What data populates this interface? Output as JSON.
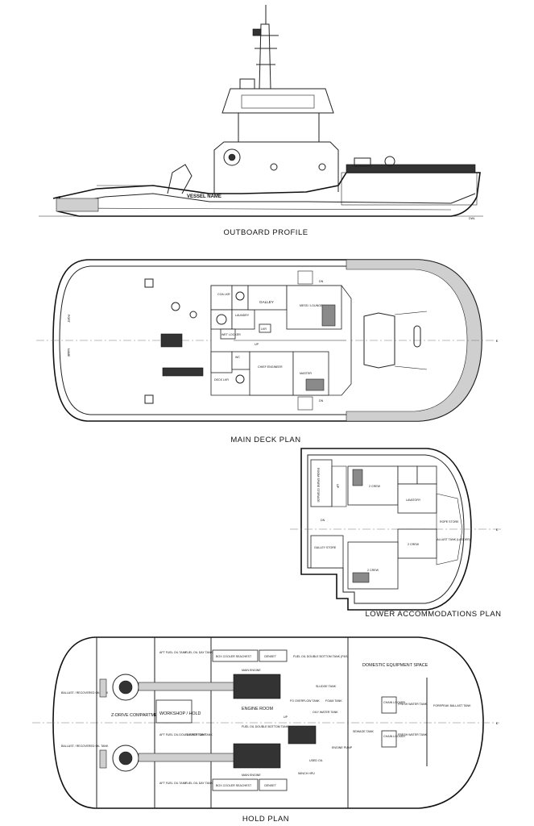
{
  "plans": {
    "outboard_title": "OUTBOARD PROFILE",
    "main_deck_title": "MAIN DECK PLAN",
    "lower_title": "LOWER ACCOMMODATIONS PLAN",
    "hold_title": "HOLD PLAN"
  },
  "outboard": {
    "hull_name": "VESSEL NAME",
    "draft_mark": "DWL"
  },
  "main_deck": {
    "port_label": "PORT",
    "name_label": "NAME",
    "rooms": {
      "coa_lkr": "COA LKR",
      "laundry": "LAUNDRY",
      "galley": "GALLEY",
      "mess_lounge": "MESS / LOUNGE",
      "wet_locker": "WET LOCKER",
      "lkr": "LKR",
      "wc": "WC",
      "deck_lkr": "DECK LKR",
      "chief_engineer": "CHIEF ENGINEER",
      "master": "MASTER",
      "dn_top": "DN",
      "dn_bottom": "DN",
      "up": "UP"
    }
  },
  "lower": {
    "rooms": {
      "spare_storage": "ROOM SPARE STORAGE",
      "crew_upper": "2 CREW",
      "crew_mid": "2 CREW",
      "crew_lower": "2 CREW",
      "lavatory": "LAVATORY",
      "rope_store": "ROPE STORE",
      "ballast_tank": "BALLAST TANK (LADDER)",
      "galley_store": "GALLEY STORE",
      "dn": "DN",
      "up": "UP"
    }
  },
  "hold": {
    "tanks": {
      "ballast_upper": "BALLAST / RECOVERED OIL TANK",
      "ballast_lower": "BALLAST / RECOVERED OIL TANK",
      "zdrive": "Z-DRIVE COMPARTMENT",
      "workshop": "WORKSHOP / HOLD",
      "aft_fuel_upper": "AFT FUEL OIL TANK",
      "aft_fuel_upper_b": "AFT FUEL OIL TANK",
      "fuel_day_upper": "FUEL OIL DAY TANK",
      "fuel_day_upper_b": "FUEL OIL DAY TANK",
      "aft_fuel_dbl": "AFT FUEL OIL DOUBLE BOTTOM TANK",
      "dispersant": "DISPER SANT",
      "box_cooler_upper": "BOX COOLER SEACHEST",
      "genset_upper": "GENSET",
      "fuel_dbl_upper": "FUEL OIL DOUBLE BOTTOM TANK (P&S)",
      "main_engine_upper": "MAIN ENGINE",
      "engine_room": "ENGINE ROOM",
      "fuel_dbl_centre": "FUEL OIL DOUBLE BOTTOM TANK",
      "fo_overflow": "FO OVERFLOW TANK",
      "sludge": "SLUDGE TANK",
      "foam": "FOAM TANK",
      "oily_water": "OILY WATER TANK",
      "sewage": "SEWAGE TANK",
      "engine_pump": "ENGINE PUMP",
      "used_oil": "USED OIL",
      "winch_hpu": "WINCH HPU",
      "main_engine_lower": "MAIN ENGINE",
      "box_cooler_lower": "BOX COOLER SEACHEST",
      "genset_lower": "GENSET",
      "domestic": "DOMESTIC EQUIPMENT SPACE",
      "chain_upper": "CHAIN LOCKER",
      "chain_lower": "CHAIN LOCKER",
      "fresh_upper": "FRESH WATER TANK",
      "fresh_lower": "FRESH WATER TANK",
      "forepeak": "FOREPEAK BALLAST TANK",
      "up": "UP"
    }
  }
}
